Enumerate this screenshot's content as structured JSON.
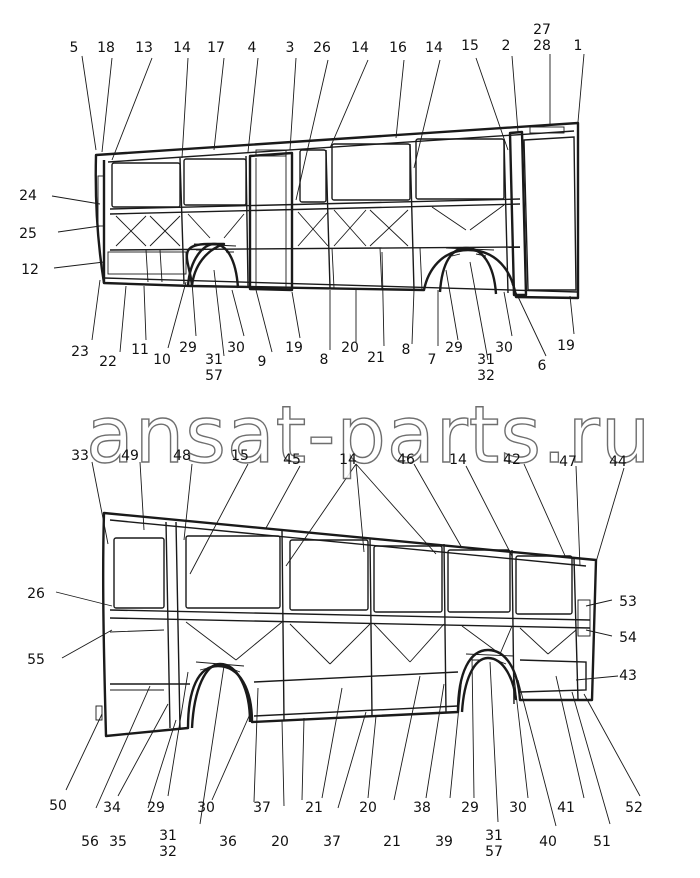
{
  "watermark": "ansat-parts.ru",
  "upper_callouts": {
    "top": [
      "5",
      "18",
      "13",
      "14",
      "17",
      "4",
      "3",
      "26",
      "14",
      "16",
      "14",
      "15",
      "2",
      "27",
      "28",
      "1"
    ],
    "left": [
      "24",
      "25",
      "12"
    ],
    "bottom": [
      "23",
      "22",
      "11",
      "10",
      "29",
      "31",
      "57",
      "30",
      "9",
      "19",
      "20",
      "8",
      "21",
      "8",
      "7",
      "29",
      "31",
      "32",
      "30",
      "6",
      "19"
    ]
  },
  "lower_callouts": {
    "top": [
      "33",
      "49",
      "48",
      "15",
      "45",
      "14",
      "46",
      "14",
      "42",
      "47",
      "44"
    ],
    "left": [
      "26",
      "55"
    ],
    "right": [
      "53",
      "54",
      "43"
    ],
    "bottom": [
      "50",
      "56",
      "34",
      "35",
      "29",
      "31",
      "32",
      "30",
      "36",
      "37",
      "20",
      "21",
      "37",
      "20",
      "21",
      "38",
      "39",
      "29",
      "31",
      "57",
      "30",
      "40",
      "41",
      "51",
      "52"
    ]
  }
}
